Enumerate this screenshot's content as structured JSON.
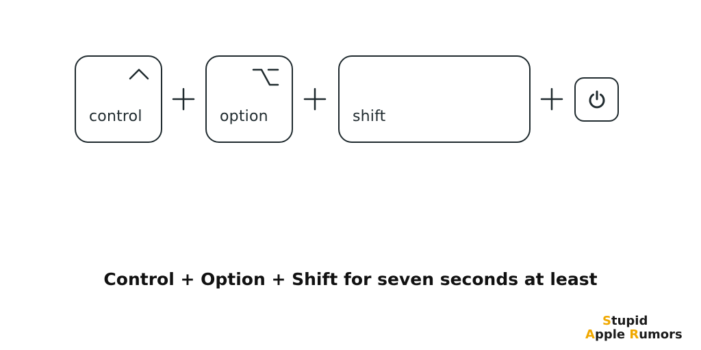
{
  "keys": [
    {
      "label": "control",
      "symbol": "control-caret-icon"
    },
    {
      "label": "option",
      "symbol": "option-key-icon"
    },
    {
      "label": "shift",
      "symbol": ""
    }
  ],
  "power_key": {
    "icon": "power-icon"
  },
  "caption": "Control + Option + Shift for seven seconds at least",
  "logo": {
    "line1_initial": "S",
    "line1_rest": "tupid",
    "line2_initial_a": "A",
    "line2_rest_a": "pple ",
    "line2_initial_b": "R",
    "line2_rest_b": "umors",
    "accent_color": "#f0a800"
  },
  "colors": {
    "stroke": "#1f2a2e",
    "text": "#111111",
    "background": "#ffffff"
  }
}
